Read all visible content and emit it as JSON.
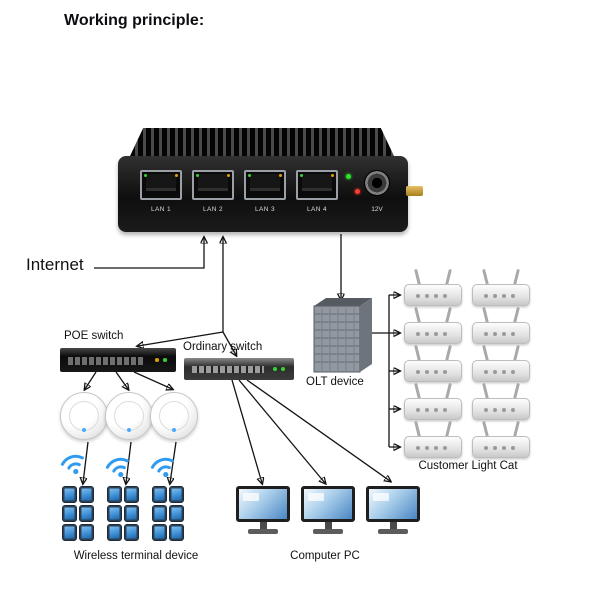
{
  "title": "Working principle:",
  "internet": {
    "label": "Internet"
  },
  "device": {
    "port_labels": [
      "LAN 1",
      "LAN 2",
      "LAN 3",
      "LAN 4"
    ],
    "power_label": "12V"
  },
  "nodes": {
    "poe_switch": {
      "label": "POE switch"
    },
    "ordinary_switch": {
      "label": "Ordinary switch"
    },
    "olt": {
      "label": "OLT device"
    },
    "customer_routers": {
      "label": "Customer Light Cat",
      "count": 10
    },
    "wireless_devices": {
      "label": "Wireless terminal device",
      "access_point_count": 3,
      "phone_count": 18
    },
    "computers": {
      "label": "Computer PC",
      "count": 3
    }
  },
  "colors": {
    "wifi_blue": "#2e9bf0",
    "led_green": "#35d435",
    "led_red": "#ff3b30",
    "antenna_gold": "#c8a432",
    "line": "#141414"
  }
}
